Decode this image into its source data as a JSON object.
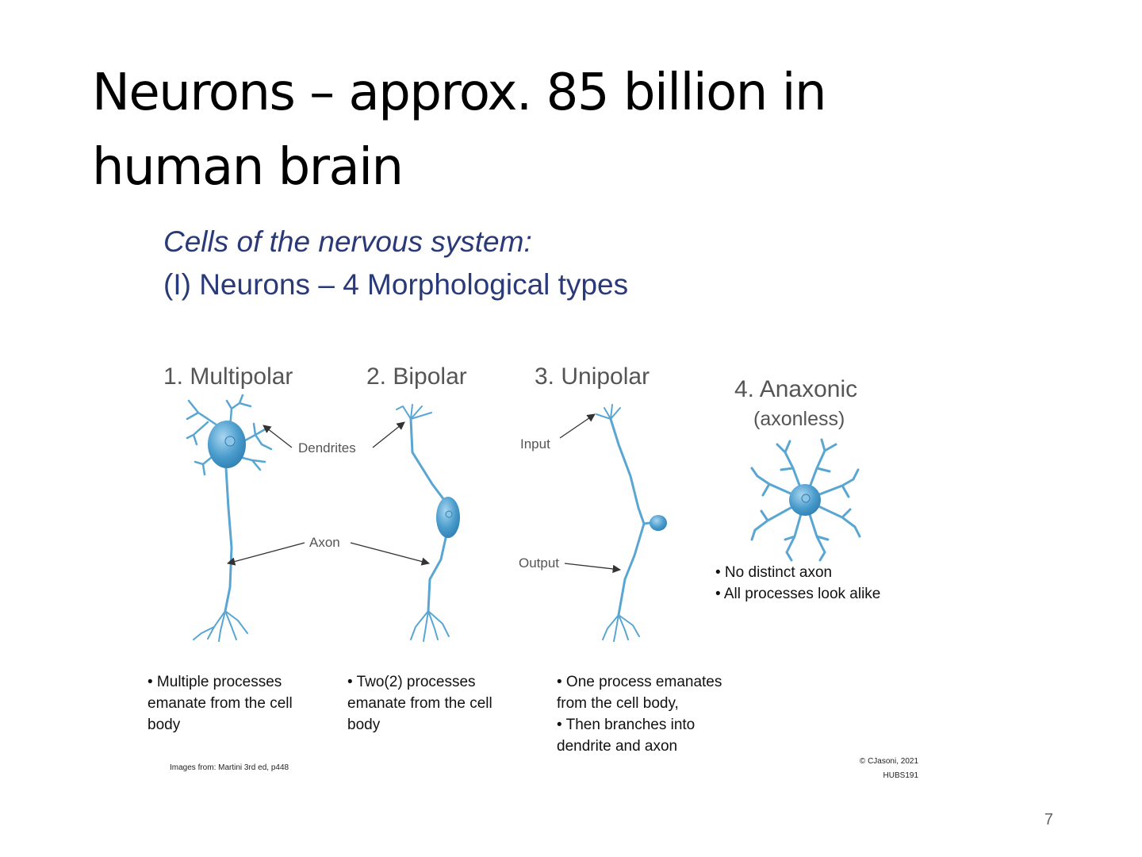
{
  "slide": {
    "title_line1": "Neurons – approx. 85 billion in",
    "title_line2": "human brain",
    "subtitle_line1": "Cells of the nervous system:",
    "subtitle_line2": "(I) Neurons – 4 Morphological types",
    "page_number": "7"
  },
  "types": [
    {
      "heading": "1. Multipolar"
    },
    {
      "heading": "2. Bipolar"
    },
    {
      "heading": "3. Unipolar"
    },
    {
      "heading": "4. Anaxonic",
      "subheading": "(axonless)"
    }
  ],
  "labels": {
    "dendrites": "Dendrites",
    "axon": "Axon",
    "input": "Input",
    "output": "Output"
  },
  "descriptions": {
    "multipolar": [
      "• Multiple processes",
      "emanate from the cell",
      "body"
    ],
    "bipolar": [
      "• Two(2) processes",
      "emanate from the cell",
      "body"
    ],
    "unipolar": [
      "• One process emanates",
      "from the cell body,",
      "• Then branches into",
      "dendrite and axon"
    ],
    "anaxonic": [
      "• No distinct axon",
      "• All processes look alike"
    ]
  },
  "credits": {
    "images_from": "Images from: Martini 3rd ed, p448",
    "copyright": "© CJasoni, 2021",
    "course": "HUBS191"
  },
  "colors": {
    "neuron": "#4a9ccc",
    "neuron_dark": "#2f7fb3",
    "subtitle": "#2a3a78"
  }
}
